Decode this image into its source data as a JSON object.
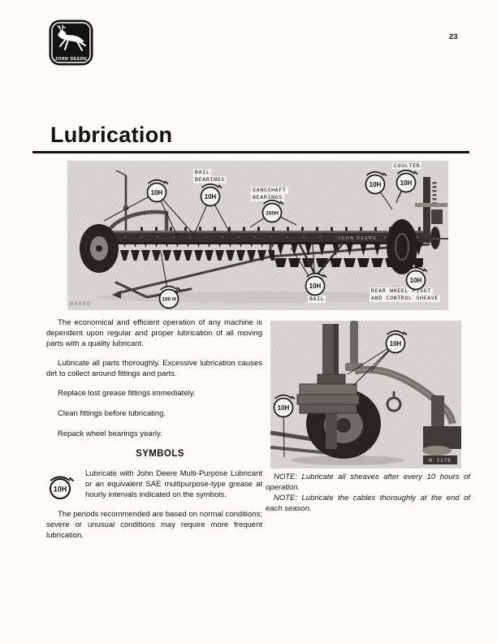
{
  "header": {
    "page_number": "23",
    "logo_text": "JOHN DEERE"
  },
  "title": "Lubrication",
  "main_figure": {
    "callouts": {
      "bail_bearings_line1": "BAIL",
      "bail_bearings_line2": "BEARINGS",
      "gangshaft_line1": "GANGSHAFT",
      "gangshaft_line2": "BEARINGS",
      "coulter": "COULTER",
      "rear_wheel_line1": "REAR WHEEL PIVOT",
      "rear_wheel_line2": "AND CONTROL SHEAVE",
      "bail": "BAIL"
    },
    "badges": [
      "10H",
      "10H",
      "100H",
      "10H",
      "10H",
      "10H",
      "10H",
      "100 H"
    ],
    "machine_brand": "JOHN DEERE",
    "watermark": "W4686"
  },
  "body": {
    "p1": "The economical and efficient operation of any machine is dependent upon regular and proper lubrication of all moving parts with a quality lubricant.",
    "p2": "Lubricate all parts thoroughly. Excessive lubrication causes dirt to collect around fittings and parts.",
    "p3": "Replace lost grease fittings immediately.",
    "p4": "Clean fittings before lubricating.",
    "p5": "Repack wheel bearings yearly.",
    "symbols_heading": "SYMBOLS",
    "symbol_badge": "10H",
    "symbols_text": "Lubricate with John Deere Multi-Purpose Lubricant or an equivalent SAE multipurpose-type grease at hourly intervals indicated on the symbols.",
    "p6": "The periods recommended are based on normal conditions; severe or unusual conditions may require more frequent lubrication."
  },
  "right_figure": {
    "badges": [
      "10H",
      "10H"
    ],
    "watermark": "W 3176"
  },
  "notes": {
    "note1": "NOTE: Lubricate all sheaves after every 10 hours of operation.",
    "note2": "NOTE: Lubricate the cables thoroughly at the end of each season."
  },
  "colors": {
    "page_bg": "#fcfbf8",
    "photo_bg": "#d8d5d0",
    "ink": "#161514"
  }
}
